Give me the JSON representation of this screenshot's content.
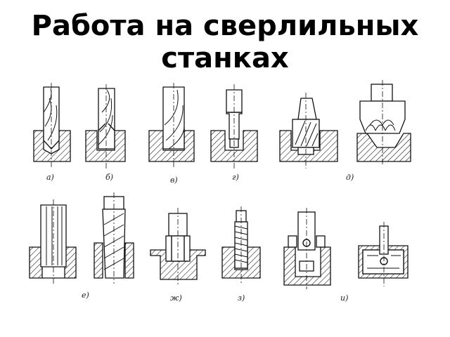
{
  "title": {
    "line1": "Работа на сверлильных",
    "line2": "станках"
  },
  "labels": {
    "a": "а)",
    "b": "б)",
    "v": "в)",
    "g": "г)",
    "d": "д)",
    "e": "е)",
    "zh": "ж)",
    "z": "з)",
    "i": "и)"
  }
}
